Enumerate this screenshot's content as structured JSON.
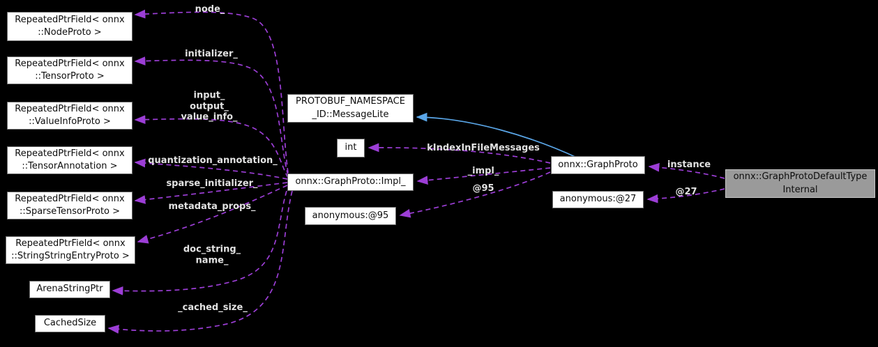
{
  "colors": {
    "background": "#000000",
    "node_fill": "#ffffff",
    "node_border": "#6b6b6b",
    "highlight_node_fill": "#9a9a9a",
    "highlight_node_border": "#c6c6c6",
    "member_edge": "#9c3ed6",
    "inheritance_edge": "#5aa6e8",
    "edge_label_color": "#e2e2e2"
  },
  "nodes": {
    "repeated_node_proto": {
      "label": "RepeatedPtrField< onnx\n::NodeProto >"
    },
    "repeated_tensor_proto": {
      "label": "RepeatedPtrField< onnx\n::TensorProto >"
    },
    "repeated_value_info_proto": {
      "label": "RepeatedPtrField< onnx\n::ValueInfoProto >"
    },
    "repeated_tensor_annotation": {
      "label": "RepeatedPtrField< onnx\n::TensorAnnotation >"
    },
    "repeated_sparse_tensor_proto": {
      "label": "RepeatedPtrField< onnx\n::SparseTensorProto >"
    },
    "repeated_string_string_entry_proto": {
      "label": "RepeatedPtrField< onnx\n::StringStringEntryProto >"
    },
    "arena_string_ptr": {
      "label": "ArenaStringPtr"
    },
    "cached_size": {
      "label": "CachedSize"
    },
    "message_lite": {
      "label": "PROTOBUF_NAMESPACE\n_ID::MessageLite"
    },
    "int_type": {
      "label": "int"
    },
    "graph_proto_impl": {
      "label": "onnx::GraphProto::Impl_"
    },
    "anonymous_95": {
      "label": "anonymous:@95"
    },
    "graph_proto": {
      "label": "onnx::GraphProto"
    },
    "anonymous_27": {
      "label": "anonymous:@27"
    },
    "graph_proto_default_type_internal": {
      "label": "onnx::GraphProtoDefaultType\nInternal"
    }
  },
  "edge_labels": {
    "node": "node_",
    "initializer": "initializer_",
    "input_output_value_info": "input_\noutput_\nvalue_info_",
    "quantization_annotation": "quantization_annotation_",
    "sparse_initializer": "sparse_initializer_",
    "metadata_props": "metadata_props_",
    "doc_string_name": "doc_string_\nname_",
    "cached_size": "_cached_size_",
    "k_index_in_file_messages": "kIndexInFileMessages",
    "impl": "_impl_",
    "at_95": "@95",
    "instance": "instance",
    "at_27": "@27"
  }
}
